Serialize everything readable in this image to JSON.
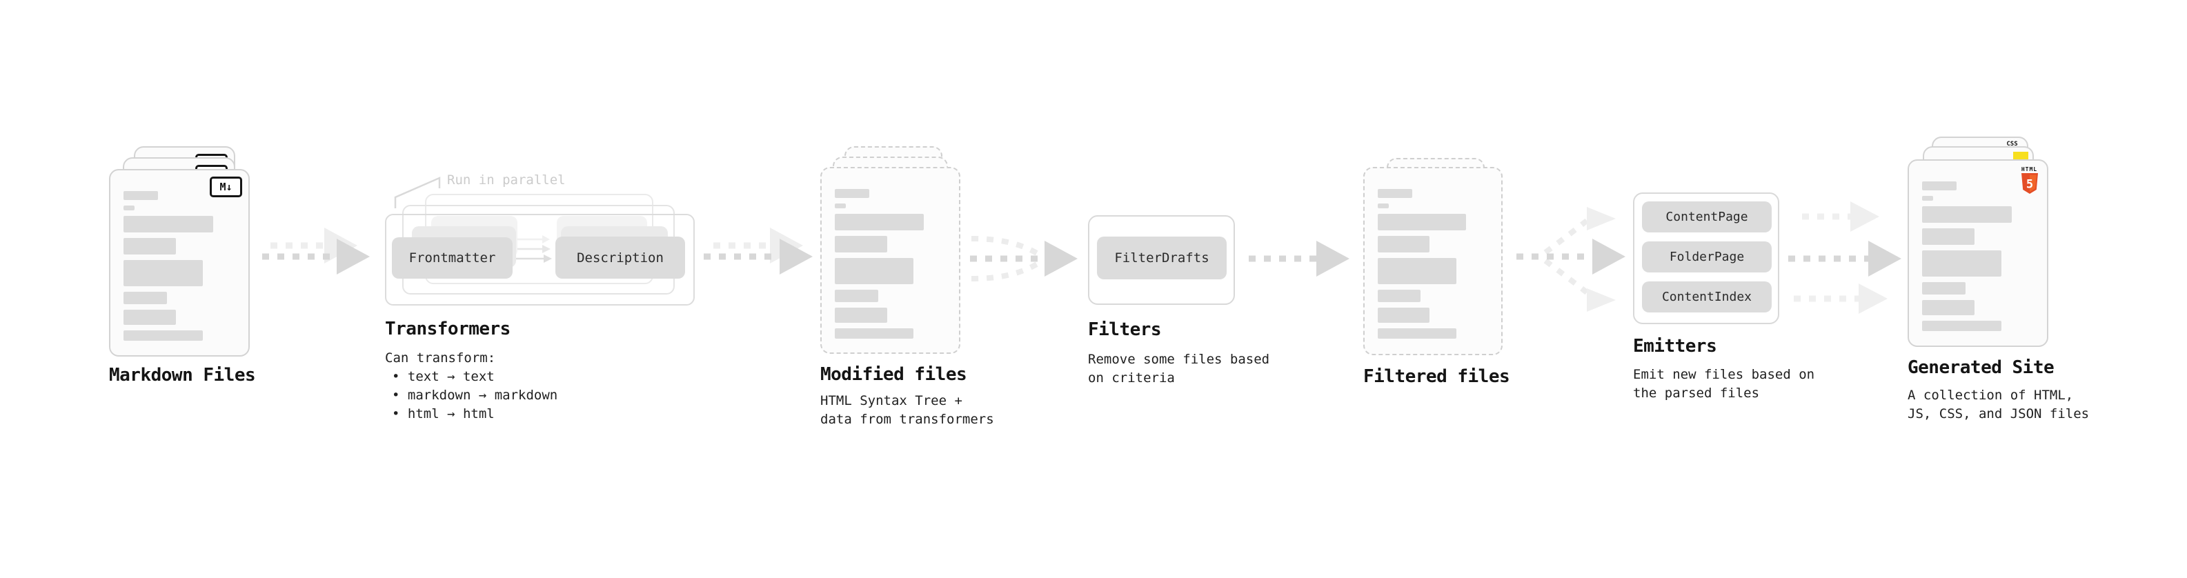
{
  "colors": {
    "arrow_dark": "#d7d7d7",
    "arrow_light": "#eeeeee",
    "pill_bg": "#dcdcdc",
    "card_border": "#d3d3d3",
    "js_yellow": "#f7df1e",
    "css_blue": "#2862e9",
    "html_orange": "#e44d26",
    "html_orange_light": "#f16529",
    "annotation_gray": "#cbcbcb",
    "title_black": "#141414"
  },
  "markdown_files": {
    "title": "Markdown Files",
    "badge": "M↓"
  },
  "transformers": {
    "title": "Transformers",
    "annotation": "Run in parallel",
    "pill_left": "Frontmatter",
    "pill_right": "Description",
    "desc_heading": "Can transform:",
    "bullets": [
      "text → text",
      "markdown → markdown",
      "html → html"
    ]
  },
  "modified_files": {
    "title": "Modified files",
    "description": [
      "HTML Syntax Tree +",
      "data from transformers"
    ]
  },
  "filters": {
    "title": "Filters",
    "pill": "FilterDrafts",
    "description": [
      "Remove some files based",
      "on criteria"
    ]
  },
  "filtered_files": {
    "title": "Filtered files"
  },
  "emitters": {
    "title": "Emitters",
    "pills": [
      "ContentPage",
      "FolderPage",
      "ContentIndex"
    ],
    "description": [
      "Emit new files based on",
      "the parsed files"
    ]
  },
  "generated_site": {
    "title": "Generated Site",
    "description": [
      "A collection of HTML,",
      "JS, CSS, and JSON files"
    ],
    "css_badge": "CSS",
    "html_badge_word": "HTML",
    "html_badge_number": "5"
  }
}
